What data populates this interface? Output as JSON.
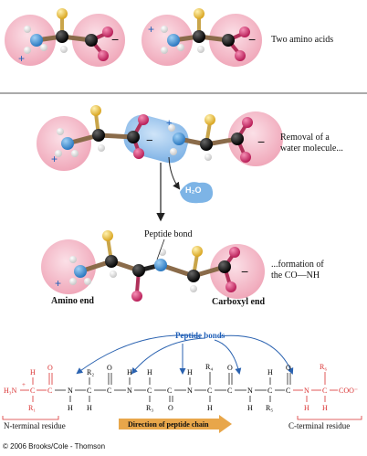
{
  "labels": {
    "two_amino_acids": "Two amino acids",
    "removal_line1": "Removal of a",
    "removal_line2": "water molecule...",
    "water": "H₂O",
    "peptide_bond": "Peptide bond",
    "formation_line1": "...formation of",
    "formation_line2": "the CO—NH",
    "amino_end": "Amino end",
    "carboxyl_end": "Carboxyl end",
    "peptide_bonds": "Peptide bonds",
    "n_terminal": "N-terminal residue",
    "c_terminal": "C-terminal residue",
    "direction": "Direction of peptide chain",
    "copyright": "© 2006 Brooks/Cole - Thomson"
  },
  "chain": {
    "n_group": "H₃N",
    "plus": "+",
    "coo": "COO⁻",
    "r_groups": [
      "R₁",
      "R₂",
      "R₃",
      "R₄",
      "R₅",
      "R₆"
    ]
  },
  "colors": {
    "sphere_pink": "#f3b8c6",
    "carbon": "#1a1a1a",
    "nitrogen": "#3b8fd0",
    "oxygen": "#d6336c",
    "sulfur_r": "#f2c94c",
    "hydrogen": "#f2f2f2",
    "arrow_blue": "#2a62b0",
    "terminal_red": "#d93030",
    "direction_arrow": "#e8a64a"
  }
}
